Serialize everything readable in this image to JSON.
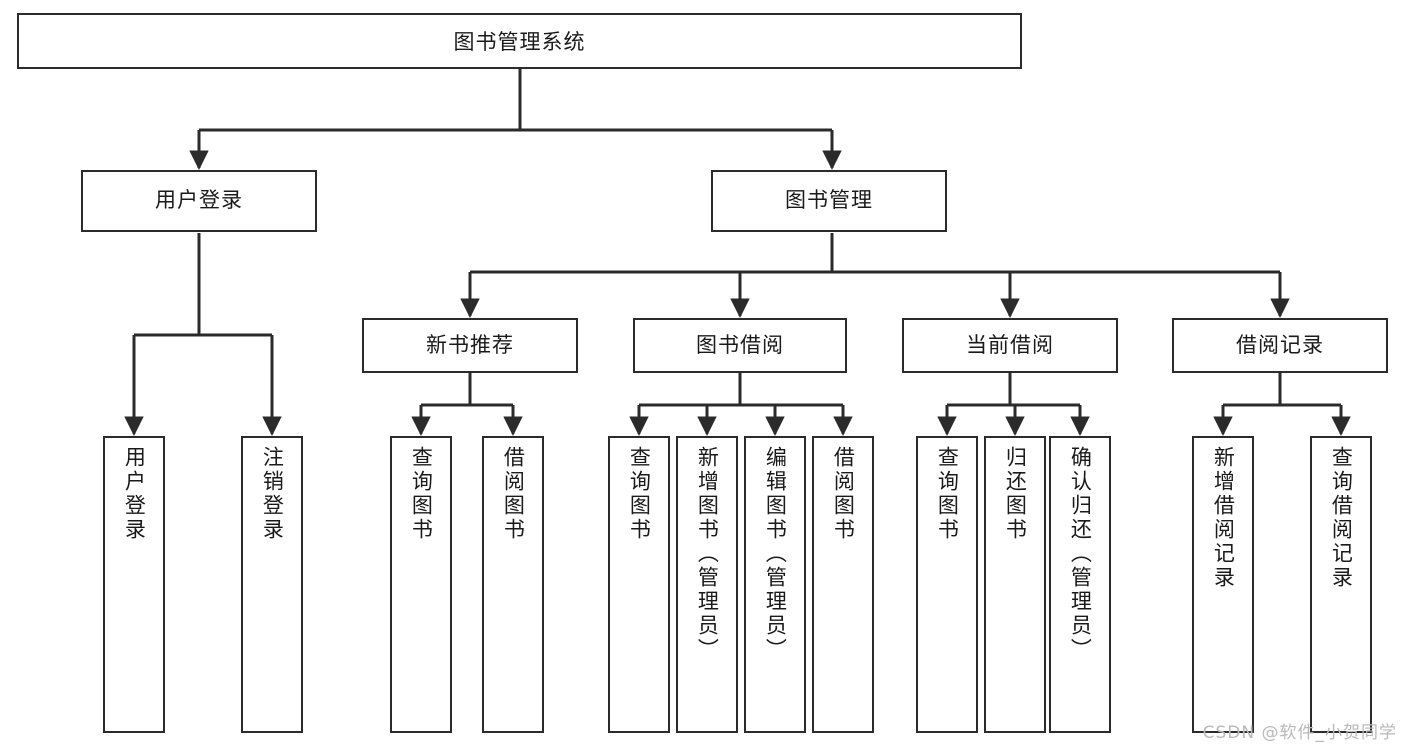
{
  "diagram": {
    "type": "tree-hierarchy-chart",
    "title": "图书管理系统",
    "orientation": "top-down",
    "colors": {
      "background": "#ffffff",
      "node_fill": "#ffffff",
      "node_border": "#2b2b2b",
      "connector": "#2b2b2b",
      "text": "#1a1a1a",
      "watermark": "#b9b9b9"
    },
    "root": {
      "label": "图书管理系统"
    },
    "level1": [
      {
        "id": "user-login",
        "label": "用户登录"
      },
      {
        "id": "book-manage",
        "label": "图书管理"
      }
    ],
    "level2": [
      {
        "id": "new-book-recommend",
        "label": "新书推荐",
        "parent": "book-manage"
      },
      {
        "id": "book-borrow",
        "label": "图书借阅",
        "parent": "book-manage"
      },
      {
        "id": "current-borrow",
        "label": "当前借阅",
        "parent": "book-manage"
      },
      {
        "id": "borrow-record",
        "label": "借阅记录",
        "parent": "book-manage"
      }
    ],
    "leaves": [
      {
        "id": "leaf-user-login",
        "label": "用户登录",
        "parent": "user-login"
      },
      {
        "id": "leaf-user-logout",
        "label": "注销登录",
        "parent": "user-login"
      },
      {
        "id": "leaf-query-book-1",
        "label": "查询图书",
        "parent": "new-book-recommend"
      },
      {
        "id": "leaf-borrow-book-1",
        "label": "借阅图书",
        "parent": "new-book-recommend"
      },
      {
        "id": "leaf-query-book-2",
        "label": "查询图书",
        "parent": "book-borrow"
      },
      {
        "id": "leaf-add-book",
        "label": "新增图书（管理员）",
        "parent": "book-borrow"
      },
      {
        "id": "leaf-edit-book",
        "label": "编辑图书（管理员）",
        "parent": "book-borrow"
      },
      {
        "id": "leaf-borrow-book-2",
        "label": "借阅图书",
        "parent": "book-borrow"
      },
      {
        "id": "leaf-query-book-3",
        "label": "查询图书",
        "parent": "current-borrow"
      },
      {
        "id": "leaf-return-book",
        "label": "归还图书",
        "parent": "current-borrow"
      },
      {
        "id": "leaf-confirm-return",
        "label": "确认归还（管理员）",
        "parent": "current-borrow"
      },
      {
        "id": "leaf-add-record",
        "label": "新增借阅记录",
        "parent": "borrow-record"
      },
      {
        "id": "leaf-query-record",
        "label": "查询借阅记录",
        "parent": "borrow-record"
      }
    ]
  },
  "watermark": {
    "text": "CSDN @软件_小贺同学"
  }
}
